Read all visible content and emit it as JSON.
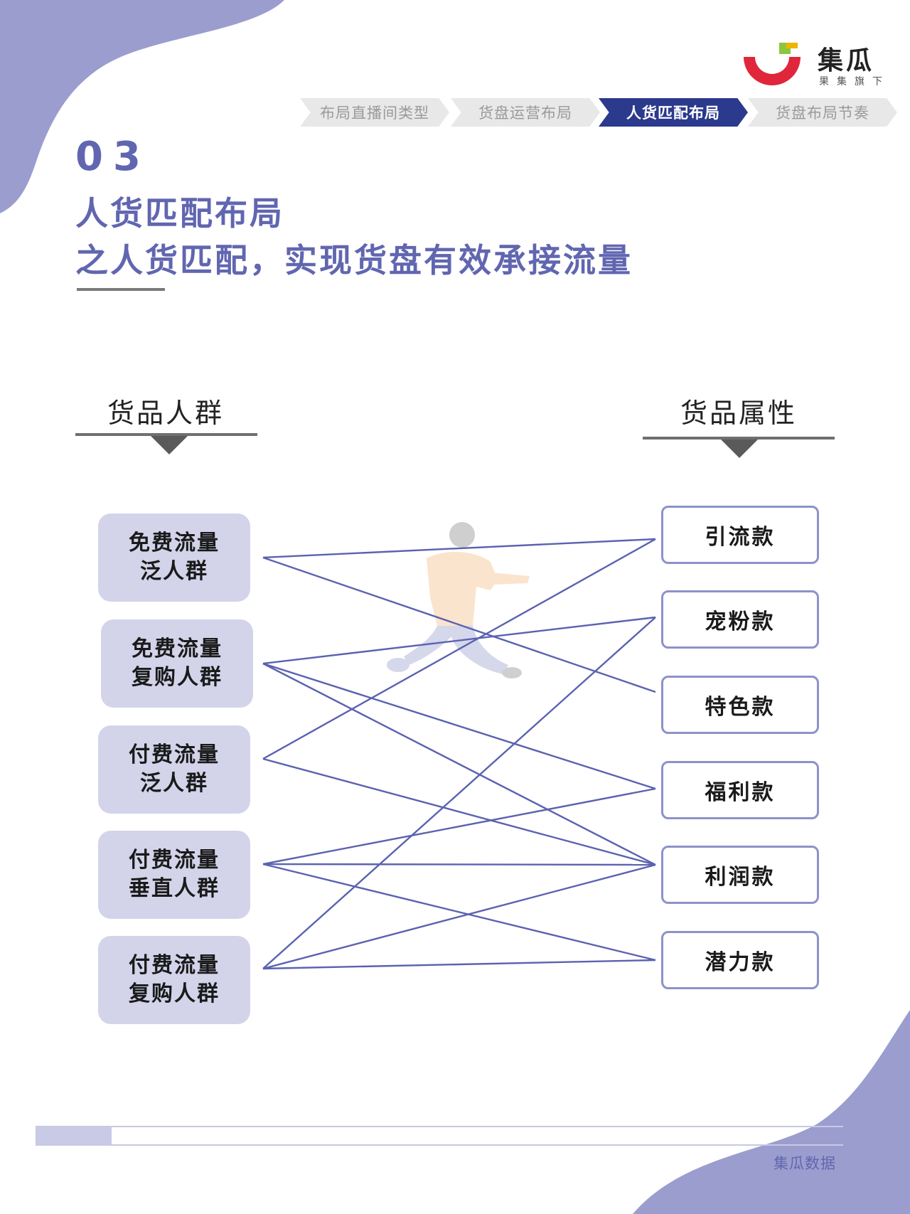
{
  "logo": {
    "name": "集瓜",
    "tagline": "果集旗下"
  },
  "breadcrumb": [
    "布局直播间类型",
    "货盘运营布局",
    "人货匹配布局",
    "货盘布局节奏"
  ],
  "breadcrumb_active_index": 2,
  "section_number": "03",
  "title_line1": "人货匹配布局",
  "title_line2": "之人货匹配，实现货盘有效承接流量",
  "left_heading": "货品人群",
  "right_heading": "货品属性",
  "left_nodes": [
    {
      "line1": "免费流量",
      "line2": "泛人群"
    },
    {
      "line1": "免费流量",
      "line2": "复购人群"
    },
    {
      "line1": "付费流量",
      "line2": "泛人群"
    },
    {
      "line1": "付费流量",
      "line2": "垂直人群"
    },
    {
      "line1": "付费流量",
      "line2": "复购人群"
    }
  ],
  "right_nodes": [
    "引流款",
    "宠粉款",
    "特色款",
    "福利款",
    "利润款",
    "潜力款"
  ],
  "links": [
    [
      0,
      0
    ],
    [
      0,
      2
    ],
    [
      1,
      1
    ],
    [
      1,
      3
    ],
    [
      1,
      4
    ],
    [
      2,
      0
    ],
    [
      2,
      4
    ],
    [
      3,
      3
    ],
    [
      3,
      4
    ],
    [
      3,
      5
    ],
    [
      4,
      1
    ],
    [
      4,
      4
    ],
    [
      4,
      5
    ]
  ],
  "colors": {
    "accent": "#6166b0",
    "line": "#5b62b0",
    "tab_active": "#2b3a8c",
    "left_box": "#d3d4ea"
  },
  "footer": "集瓜数据"
}
